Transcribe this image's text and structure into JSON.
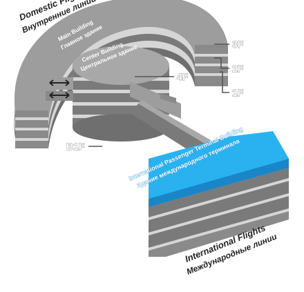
{
  "labels": {
    "domestic_en": "Domestic Flights",
    "domestic_ru": "Внутренние линии",
    "main_en": "Main Building",
    "main_ru": "Главное здание",
    "center_en": "Center Building",
    "center_ru": "Центральное здание",
    "intl_terminal_en": "International Passenger Terminal Building",
    "intl_terminal_ru": "Здание международного терминала",
    "intl_en": "International Flights",
    "intl_ru": "Международные линии"
  },
  "floors": {
    "f3": "3F",
    "f2": "2F",
    "f1": "1F",
    "f4": "4F",
    "b1": "B1F"
  },
  "colors": {
    "building_top": "#9d9d9d",
    "building_side": "#6f6f6f",
    "floor_slab": "#d6d6d6",
    "highlight": "#1fa3e8",
    "highlight_dark": "#1a86c7"
  }
}
